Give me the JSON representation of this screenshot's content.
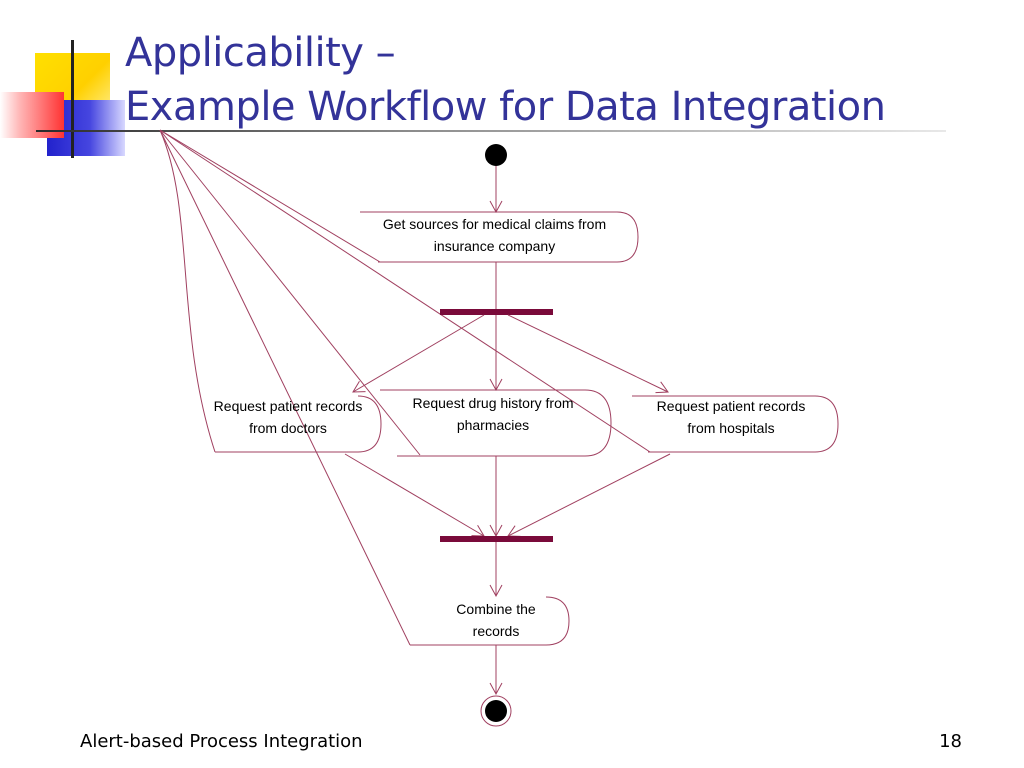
{
  "slide": {
    "title_line1": "Applicability –",
    "title_line2": "Example Workflow for Data Integration",
    "footer_text": "Alert-based Process Integration",
    "page_number": "18"
  },
  "diagram": {
    "nodes": {
      "get_sources": "Get sources for medical claims from insurance company",
      "request_doctors": "Request patient records from doctors",
      "request_pharmacies": "Request drug history from pharmacies",
      "request_hospitals": "Request patient records from hospitals",
      "combine": "Combine the records"
    }
  },
  "colors": {
    "title": "#333399",
    "line": "#a04060",
    "bar": "#7a0a3a"
  }
}
